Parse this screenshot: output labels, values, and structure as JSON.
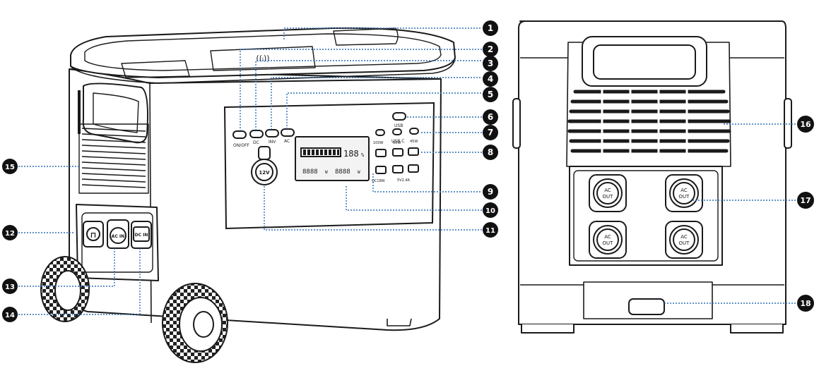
{
  "callouts": [
    {
      "n": "1"
    },
    {
      "n": "2"
    },
    {
      "n": "3"
    },
    {
      "n": "4"
    },
    {
      "n": "5"
    },
    {
      "n": "6"
    },
    {
      "n": "7"
    },
    {
      "n": "8"
    },
    {
      "n": "9"
    },
    {
      "n": "10"
    },
    {
      "n": "11"
    },
    {
      "n": "12"
    },
    {
      "n": "13"
    },
    {
      "n": "14"
    },
    {
      "n": "15"
    },
    {
      "n": "16"
    },
    {
      "n": "17"
    },
    {
      "n": "18"
    }
  ],
  "panel": {
    "on_off": "ON/OFF",
    "dc": "DC",
    "inv": "INV",
    "ac": "AC",
    "usb": "USB",
    "usb_c": "USB C",
    "w100": "100W",
    "w60": "60W",
    "w45": "45W",
    "qc18w": "QC18W",
    "usb_5v": "5V2.4A",
    "car_12v": "12V",
    "lcd_percent": "188",
    "lcd_left": "8888",
    "lcd_right": "8888",
    "lcd_unit": "W"
  },
  "side_ports": {
    "ac_in": "AC IN",
    "dc_in": "DC IN"
  },
  "rear_outlets": {
    "label_top": "AC",
    "label_bottom": "OUT"
  },
  "colors": {
    "outline": "#1a1a1a",
    "callout_fill": "#111111",
    "leader": "#2f6fb7"
  }
}
